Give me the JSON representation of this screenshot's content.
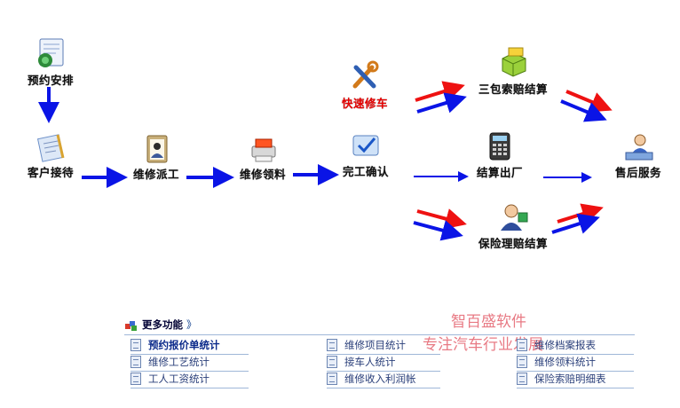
{
  "nodes": {
    "appointment": "预约安排",
    "reception": "客户接待",
    "dispatch": "维修派工",
    "parts": "维修领料",
    "completion": "完工确认",
    "quick_repair": "快速修车",
    "warranty": "三包索赔结算",
    "checkout": "结算出厂",
    "insurance": "保险理赔结算",
    "aftersales": "售后服务"
  },
  "watermark": {
    "line1": "智百盛软件",
    "line2": "专注汽车行业发展"
  },
  "more": {
    "title": "更多功能",
    "arrows": "》",
    "col1": [
      "预约报价单统计",
      "维修工艺统计",
      "工人工资统计"
    ],
    "col2": [
      "维修项目统计",
      "接车人统计",
      "维修收入利润帐"
    ],
    "col3": [
      "维修档案报表",
      "维修领料统计",
      "保险索赔明细表"
    ]
  },
  "colors": {
    "arrow_blue": "#0a14e6",
    "arrow_red": "#ee1111",
    "quick_repair": "#e60000"
  }
}
